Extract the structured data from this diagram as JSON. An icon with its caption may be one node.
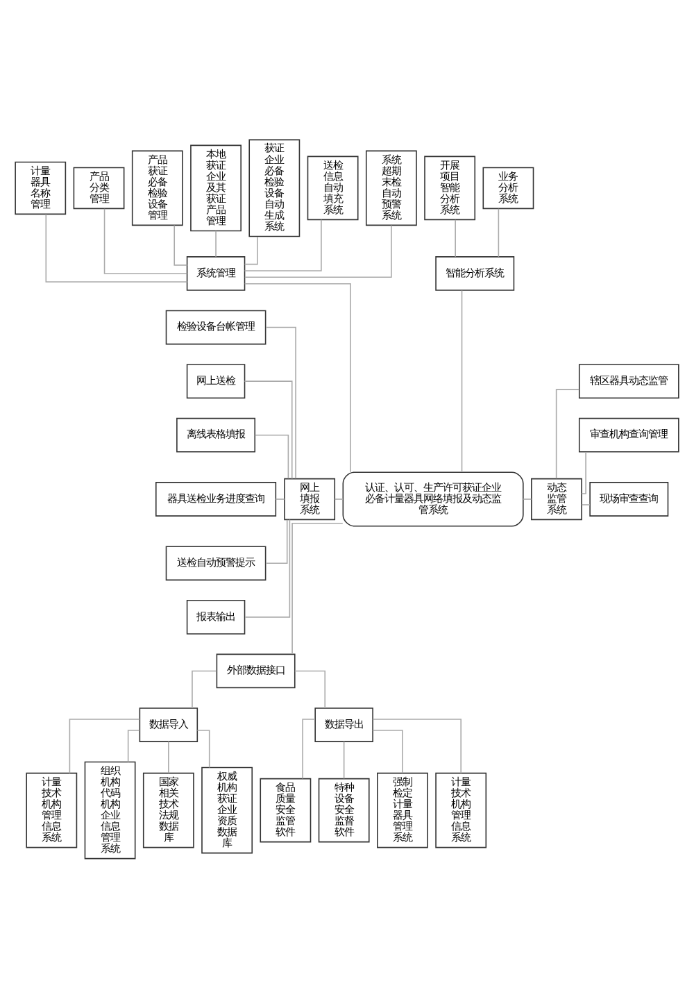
{
  "diagram": {
    "nodes": [
      {
        "text": [
          "计量器具名称管理"
        ]
      },
      {
        "text": [
          "产品分类管理"
        ]
      },
      {
        "text": [
          "产品获证必备检验设备管理"
        ]
      },
      {
        "text": [
          "本地获证企业及其获证产品管理"
        ]
      },
      {
        "text": [
          "获证企业必备检验设备自动生成系统"
        ]
      },
      {
        "text": [
          "送检信息自动填充系统"
        ]
      },
      {
        "text": [
          "系统超期末检自动预警系统"
        ]
      },
      {
        "text": [
          "开展项目智能分析系统"
        ]
      },
      {
        "text": [
          "业务分析系统"
        ]
      },
      {
        "text": [
          "系统管理"
        ]
      },
      {
        "text": [
          "智能分析系统"
        ]
      },
      {
        "text": [
          "检验设备台帐管理"
        ]
      },
      {
        "text": [
          "网上送检"
        ]
      },
      {
        "text": [
          "离线表格填报"
        ]
      },
      {
        "text": [
          "器具送检业务进度查询"
        ]
      },
      {
        "text": [
          "送检自动预警提示"
        ]
      },
      {
        "text": [
          "报表输出"
        ]
      },
      {
        "text": [
          "网上填报系统"
        ]
      },
      {
        "text": [
          "认证、认可、生产许可获证企业必备计量器具网络填报及动态监管系统"
        ]
      },
      {
        "text": [
          "动态监管系统"
        ]
      },
      {
        "text": [
          "辖区器具动态监管"
        ]
      },
      {
        "text": [
          "审查机构查询管理"
        ]
      },
      {
        "text": [
          "现场审查查询"
        ]
      },
      {
        "text": [
          "外部数据接口"
        ]
      },
      {
        "text": [
          "数据导入"
        ]
      },
      {
        "text": [
          "数据导出"
        ]
      },
      {
        "text": [
          "计量技术机构管理信息系统"
        ]
      },
      {
        "text": [
          "组织机构代码机构企业信息管理系统"
        ]
      },
      {
        "text": [
          "国家相关技术法规数据库"
        ]
      },
      {
        "text": [
          "权威机构获证企业资质数据库"
        ]
      },
      {
        "text": [
          "食品质量安全监管软件"
        ]
      },
      {
        "text": [
          "特种设备安全监督软件"
        ]
      },
      {
        "text": [
          "强制检定计量器具管理系统"
        ]
      },
      {
        "text": [
          "计量技术机构管理信息系统"
        ]
      }
    ],
    "edges": [
      {
        "from": 9,
        "to": 0,
        "arrow": "none"
      },
      {
        "from": 9,
        "to": 1,
        "arrow": "none"
      },
      {
        "from": 9,
        "to": 2,
        "arrow": "none"
      },
      {
        "from": 9,
        "to": 3,
        "arrow": "none"
      },
      {
        "from": 9,
        "to": 4,
        "arrow": "none"
      },
      {
        "from": 9,
        "to": 5,
        "arrow": "none"
      },
      {
        "from": 9,
        "to": 6,
        "arrow": "none"
      },
      {
        "from": 10,
        "to": 7,
        "arrow": "none"
      },
      {
        "from": 10,
        "to": 8,
        "arrow": "none"
      },
      {
        "from": 18,
        "to": 9,
        "arrow": "none"
      },
      {
        "from": 18,
        "to": 10,
        "arrow": "none"
      },
      {
        "from": 18,
        "to": 17,
        "arrow": "none"
      },
      {
        "from": 17,
        "to": 11,
        "arrow": "none"
      },
      {
        "from": 17,
        "to": 12,
        "arrow": "none"
      },
      {
        "from": 17,
        "to": 13,
        "arrow": "none"
      },
      {
        "from": 17,
        "to": 14,
        "arrow": "none"
      },
      {
        "from": 17,
        "to": 15,
        "arrow": "none"
      },
      {
        "from": 17,
        "to": 16,
        "arrow": "none"
      },
      {
        "from": 18,
        "to": 19,
        "arrow": "none"
      },
      {
        "from": 19,
        "to": 20,
        "arrow": "none"
      },
      {
        "from": 19,
        "to": 21,
        "arrow": "none"
      },
      {
        "from": 19,
        "to": 22,
        "arrow": "none"
      },
      {
        "from": 18,
        "to": 23,
        "arrow": "none"
      },
      {
        "from": 23,
        "to": 24,
        "arrow": "none"
      },
      {
        "from": 23,
        "to": 25,
        "arrow": "none"
      },
      {
        "from": 24,
        "to": 26,
        "arrow": "none"
      },
      {
        "from": 24,
        "to": 27,
        "arrow": "none"
      },
      {
        "from": 24,
        "to": 28,
        "arrow": "none"
      },
      {
        "from": 24,
        "to": 29,
        "arrow": "none"
      },
      {
        "from": 25,
        "to": 30,
        "arrow": "none"
      },
      {
        "from": 25,
        "to": 31,
        "arrow": "none"
      },
      {
        "from": 25,
        "to": 32,
        "arrow": "none"
      },
      {
        "from": 25,
        "to": 33,
        "arrow": "none"
      }
    ]
  }
}
